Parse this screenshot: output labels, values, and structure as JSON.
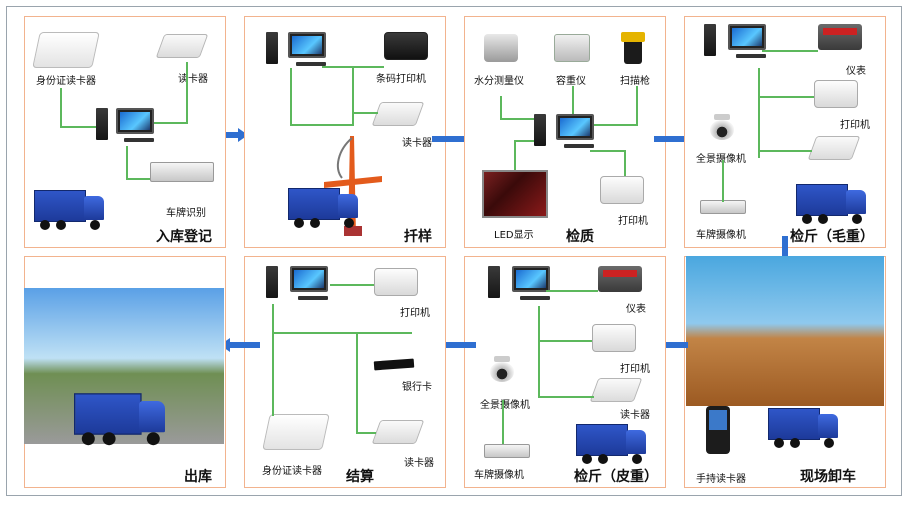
{
  "stages": {
    "s1": {
      "title": "入库登记",
      "labels": {
        "id_reader": "身份证读卡器",
        "card_reader": "读卡器",
        "plate_recog": "车牌识别"
      }
    },
    "s2": {
      "title": "扦样",
      "labels": {
        "barcode_printer": "条码打印机",
        "card_reader": "读卡器"
      }
    },
    "s3": {
      "title": "检质",
      "labels": {
        "moisture": "水分测量仪",
        "density": "容重仪",
        "scanner": "扫描枪",
        "led": "LED显示",
        "printer": "打印机"
      }
    },
    "s4": {
      "title": "检斤（毛重）",
      "labels": {
        "meter": "仪表",
        "printer": "打印机",
        "panorama_cam": "全景摄像机",
        "plate_cam": "车牌摄像机"
      }
    },
    "s5": {
      "title": "现场卸车",
      "labels": {
        "handheld": "手持读卡器"
      }
    },
    "s6": {
      "title": "检斤（皮重）",
      "labels": {
        "meter": "仪表",
        "printer": "打印机",
        "panorama_cam": "全景摄像机",
        "card_reader": "读卡器",
        "plate_cam": "车牌摄像机"
      }
    },
    "s7": {
      "title": "结算",
      "labels": {
        "printer": "打印机",
        "bank_card": "银行卡",
        "id_reader": "身份证读卡器",
        "card_reader": "读卡器"
      }
    },
    "s8": {
      "title": "出库"
    }
  },
  "colors": {
    "stage_border": "#f2b38e",
    "connector": "#5cb85c",
    "arrow": "#2f6fd1"
  }
}
